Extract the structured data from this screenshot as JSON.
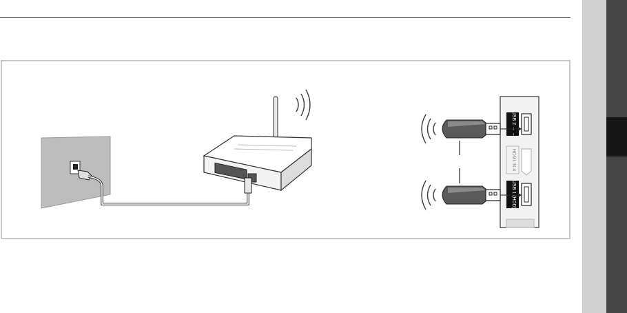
{
  "ports": {
    "usb2": "USB 2 → ←",
    "hdmi": "HDMI IN 4",
    "usb1": "USB 1 (HDD)"
  },
  "colors": {
    "rule": "#6d6d6d",
    "panel_border": "#c8c8c8",
    "tab_light": "#cfcfcf",
    "tab_dark": "#454545",
    "tab_active": "#171717",
    "wall": "#bdbdbd"
  },
  "icons": [
    "wall-outlet-icon",
    "router-icon",
    "usb-stick-icon",
    "wireless-signal-icon"
  ]
}
